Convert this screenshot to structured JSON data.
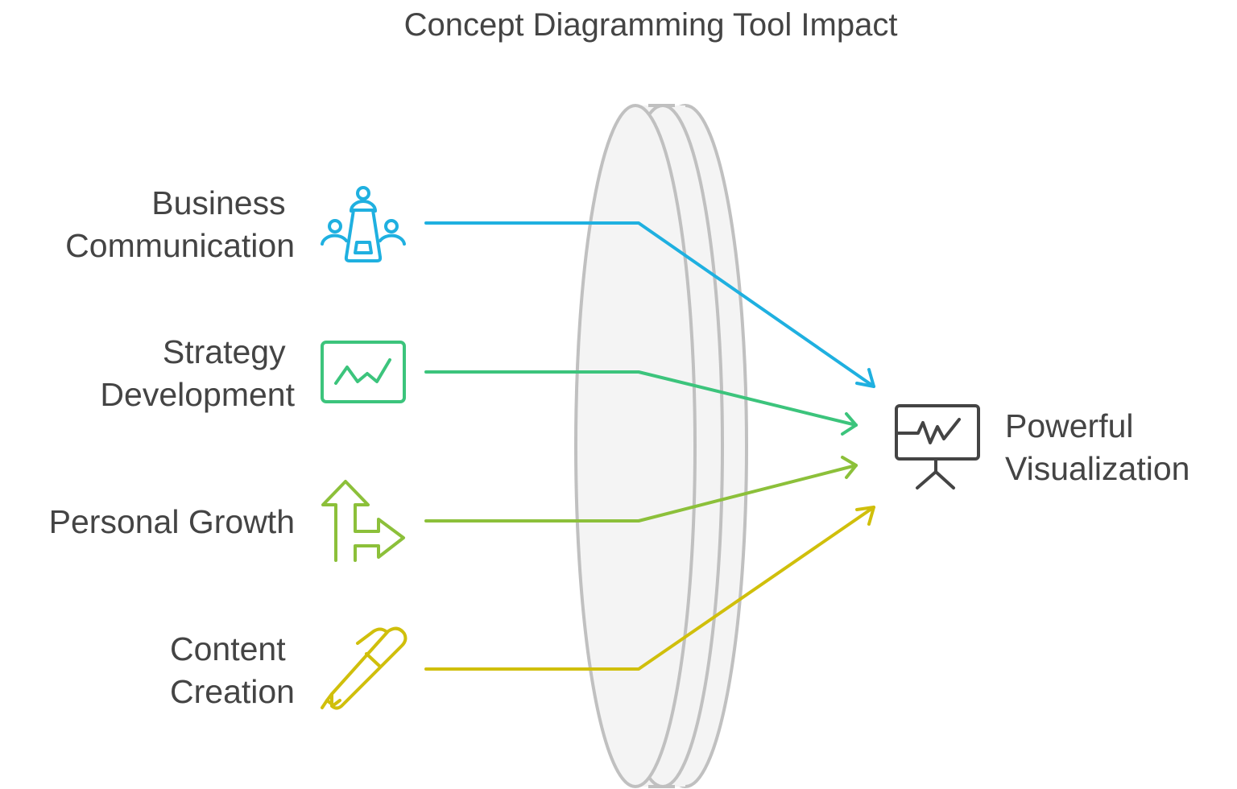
{
  "title": "Concept Diagramming Tool Impact",
  "inputs": [
    {
      "line1": "Business",
      "line2": "Communication",
      "icon": "meeting-table-icon",
      "color": "#1fb0e0"
    },
    {
      "line1": "Strategy",
      "line2": "Development",
      "icon": "chart-board-icon",
      "color": "#3cc47c"
    },
    {
      "line1": "Personal Growth",
      "line2": "",
      "icon": "split-arrows-icon",
      "color": "#8cc03a"
    },
    {
      "line1": "Content",
      "line2": "Creation",
      "icon": "pen-icon",
      "color": "#d0bf0b"
    }
  ],
  "output": {
    "line1": "Powerful",
    "line2": "Visualization",
    "icon": "presentation-board-icon",
    "color": "#444444"
  },
  "lens": {
    "name": "lens",
    "fill": "#f4f4f4",
    "stroke": "#c0c0c0"
  }
}
